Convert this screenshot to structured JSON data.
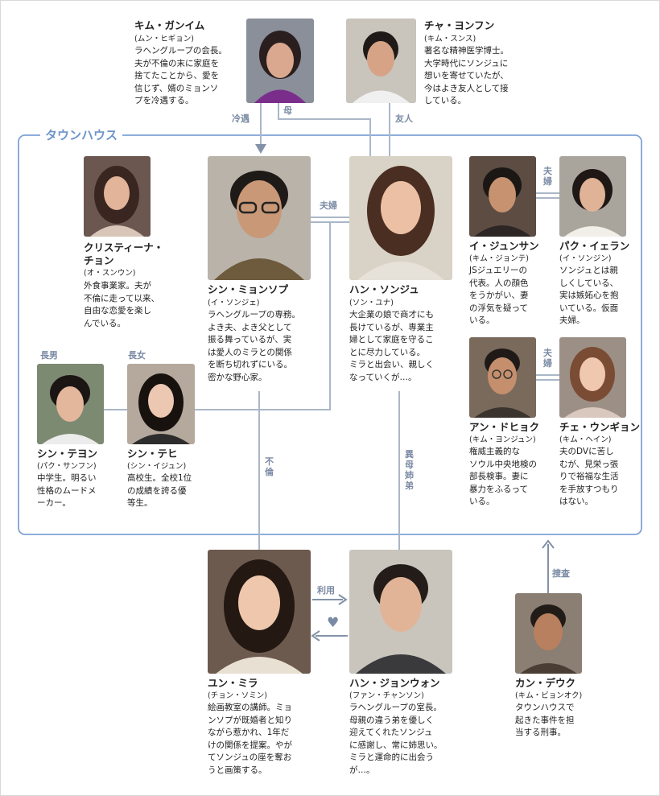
{
  "frame_label": "タウンハウス",
  "colors": {
    "box": "#7fa3d6",
    "line": "#aab7c8",
    "label": "#7a8aa4",
    "box_title": "#6e94c9"
  },
  "relations": {
    "reiguu": "冷遇",
    "haha": "母",
    "yuujin": "友人",
    "fuufu_main": "夫婦",
    "fuufu_1": "夫\n婦",
    "fuufu_2": "夫\n婦",
    "chounan": "長男",
    "choujo": "長女",
    "furin": "不\n倫",
    "ibo": "異\n母\n姉\n弟",
    "riyou": "利用",
    "sousa": "捜査",
    "love": "♥"
  },
  "characters": {
    "kim_ganim": {
      "name": "キム・ガンイム",
      "actor": "(ムン・ヒギョン)",
      "desc": "ラヘングループの会長。\n夫が不倫の末に家庭を\n捨てたことから、愛を\n信じず、婿のミョンソ\nプを冷遇する。"
    },
    "cha_yonfun": {
      "name": "チャ・ヨンフン",
      "actor": "(キム・スンス)",
      "desc": "著名な精神医学博士。\n大学時代にソンジュに\n想いを寄せていたが、\n今はよき友人として接\nしている。"
    },
    "christina": {
      "name": "クリスティーナ・\nチョン",
      "actor": "(オ・スンウン)",
      "desc": "外食事業家。夫が\n不倫に走って以来、\n自由な恋愛を楽し\nんでいる。"
    },
    "shin_myonsop": {
      "name": "シン・ミョンソプ",
      "actor": "(イ・ソンジェ)",
      "desc": "ラヘングループの専務。\nよき夫、よき父として\n振る舞っているが、実\nは愛人のミラとの関係\nを断ち切れずにいる。\n密かな野心家。"
    },
    "han_sonju": {
      "name": "ハン・ソンジュ",
      "actor": "(ソン・ユナ)",
      "desc": "大企業の娘で商才にも\n長けているが、専業主\n婦として家庭を守るこ\nとに尽力している。\nミラと出会い、親しく\nなっていくが…。"
    },
    "i_junsan": {
      "name": "イ・ジュンサン",
      "actor": "(キム・ジョンテ)",
      "desc": "JSジュエリーの\n代表。人の顔色\nをうかがい、妻\nの浮気を疑って\nいる。"
    },
    "paku_ieran": {
      "name": "パク・イェラン",
      "actor": "(イ・ソンジン)",
      "desc": "ソンジュとは親\nしくしている、\n実は嫉妬心を抱\nいている。仮面\n夫婦。"
    },
    "shin_teyon": {
      "name": "シン・テヨン",
      "actor": "(パク・サンフン)",
      "desc": "中学生。明るい\n性格のムードメ\nーカー。"
    },
    "shin_tehi": {
      "name": "シン・テヒ",
      "actor": "(シン・イジュン)",
      "desc": "高校生。全校1位\nの成績を誇る優\n等生。"
    },
    "an_dohyoku": {
      "name": "アン・ドヒョク",
      "actor": "(キム・ヨンジュン)",
      "desc": "権威主義的な\nソウル中央地検の\n部長検事。妻に\n暴力をふるって\nいる。"
    },
    "che_ungyon": {
      "name": "チェ・ウンギョン",
      "actor": "(キム・ヘイン)",
      "desc": "夫のDVに苦し\nむが、見栄っ張\nりで裕福な生活\nを手放すつもり\nはない。"
    },
    "yun_mira": {
      "name": "ユン・ミラ",
      "actor": "(チョン・ソミン)",
      "desc": "絵画教室の講師。ミョ\nンソプが既婚者と知り\nながら惹かれ、1年だ\nけの関係を提案。やが\nてソンジュの座を奪お\nうと画策する。"
    },
    "han_jonwon": {
      "name": "ハン・ジョンウォン",
      "actor": "(ファン・チャンソン)",
      "desc": "ラヘングループの室長。\n母親の違う弟を優しく\n迎えてくれたソンジュ\nに感謝し、常に姉思い。\nミラと運命的に出会う\nが…。"
    },
    "kan_deuku": {
      "name": "カン・デウク",
      "actor": "(キム・ビョンオク)",
      "desc": "タウンハウスで\n起きた事件を担\n当する刑事。"
    }
  }
}
